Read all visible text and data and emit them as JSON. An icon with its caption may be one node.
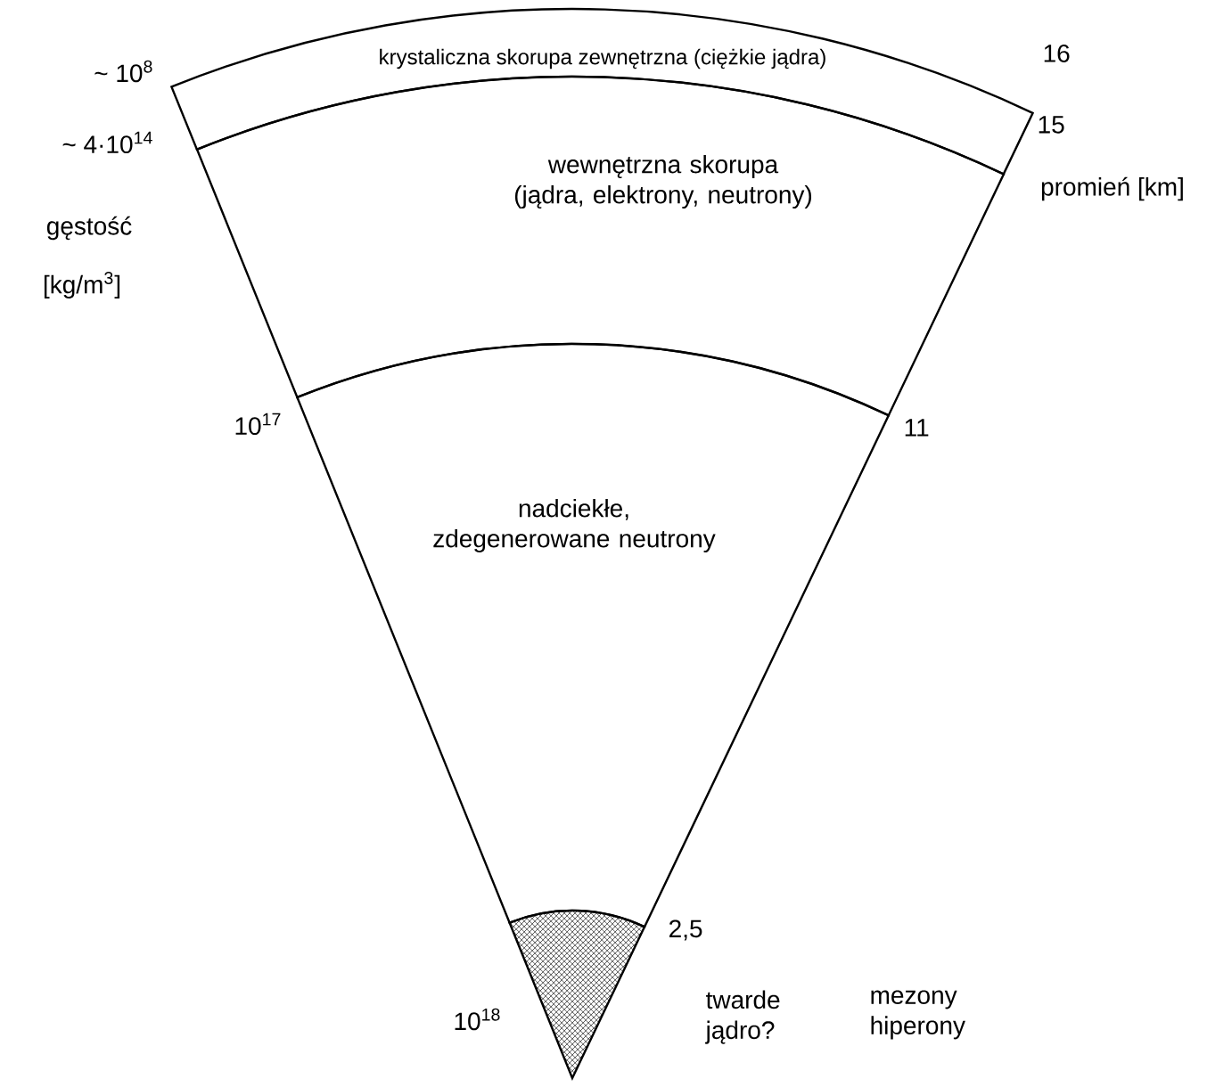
{
  "diagram": {
    "nodes": [
      {
        "text": [
          "krystaliczna skorupa zewnętrzna (ciężkie jądra)"
        ]
      },
      {
        "text": [
          "wewnętrzna skorupa (jądra, elektrony, neutrony)"
        ]
      },
      {
        "text": [
          "nadciekłe, zdegenerowane neutrony"
        ]
      },
      {
        "text": [],
        "shape": "sector",
        "beside": [
          "twarde jądro?",
          "mezony hiperony"
        ]
      }
    ],
    "edges": [],
    "labels": [
      "~ 10$^{8}$",
      "16",
      "~ 4·10$^{14}$",
      "15",
      "gęstość",
      "promień [km]",
      "[kg/m$^{3}$]",
      "10$^{17}$",
      "11",
      "2,5",
      "10$^{18}$"
    ]
  }
}
